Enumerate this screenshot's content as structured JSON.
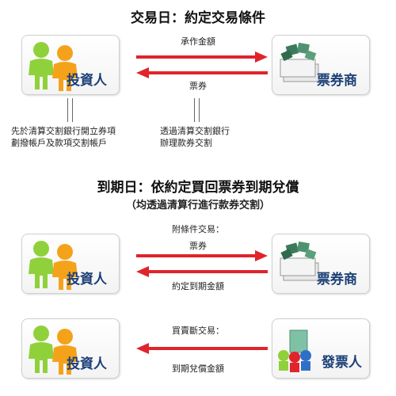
{
  "section1": {
    "title": "交易日：約定交易條件",
    "investor": "投資人",
    "dealer": "票券商",
    "arrow_right_label": "承作金額",
    "arrow_left_label": "票券",
    "note_left": [
      "先於清算交割銀行開立券項",
      "劃撥帳戶及款項交割帳戶"
    ],
    "note_right": [
      "透過清算交割銀行",
      "辦理款券交割"
    ]
  },
  "section2": {
    "title": "到期日：依約定買回票券到期兌償",
    "subtitle": "（均透過清算行進行款券交割）",
    "rp": {
      "label": "附條件交易：",
      "investor": "投資人",
      "dealer": "票券商",
      "arrow_right_label": "票券",
      "arrow_left_label": "約定到期金額"
    },
    "outright": {
      "label": "買賣斷交易：",
      "investor": "投資人",
      "issuer": "發票人",
      "arrow_left_label": "到期兌償金額"
    }
  },
  "colors": {
    "arrow": "#e0242b",
    "box_label": "#1b3f76",
    "person_green": "#8fd13a",
    "person_orange": "#f5a21b"
  }
}
